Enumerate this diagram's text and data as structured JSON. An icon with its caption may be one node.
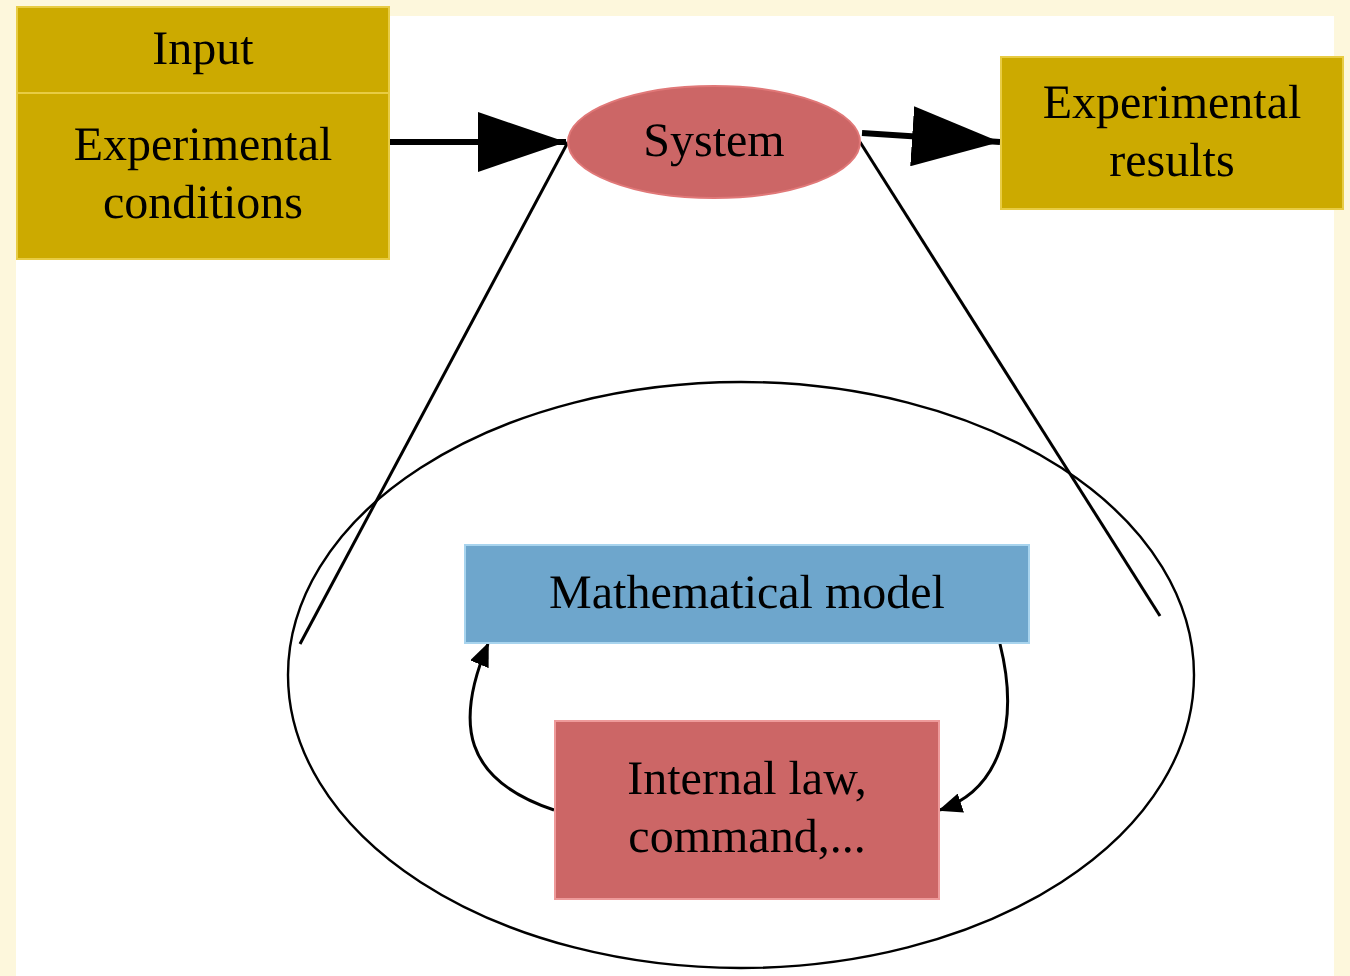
{
  "diagram": {
    "nodes": [
      {
        "text": [
          "Input",
          "Experimental conditions"
        ]
      },
      {
        "text": [
          "System"
        ]
      },
      {
        "text": [
          "Experimental results"
        ]
      },
      {
        "text": [],
        "shape": "ellipse"
      },
      {
        "text": [
          "Mathematical model"
        ],
        "in": 3
      },
      {
        "text": [
          "Internal law, command,..."
        ],
        "in": 3
      }
    ],
    "edges": [
      {
        "from": 0,
        "to": 1,
        "arrow": "to",
        "style": "thick"
      },
      {
        "from": 1,
        "to": 2,
        "arrow": "to",
        "style": "thick"
      },
      {
        "from": 1,
        "to": 3,
        "arrow": "none"
      },
      {
        "from": 1,
        "to": 3,
        "arrow": "none"
      },
      {
        "from": 5,
        "to": 4,
        "arrow": "to"
      },
      {
        "from": 4,
        "to": 5,
        "arrow": "to"
      }
    ]
  }
}
